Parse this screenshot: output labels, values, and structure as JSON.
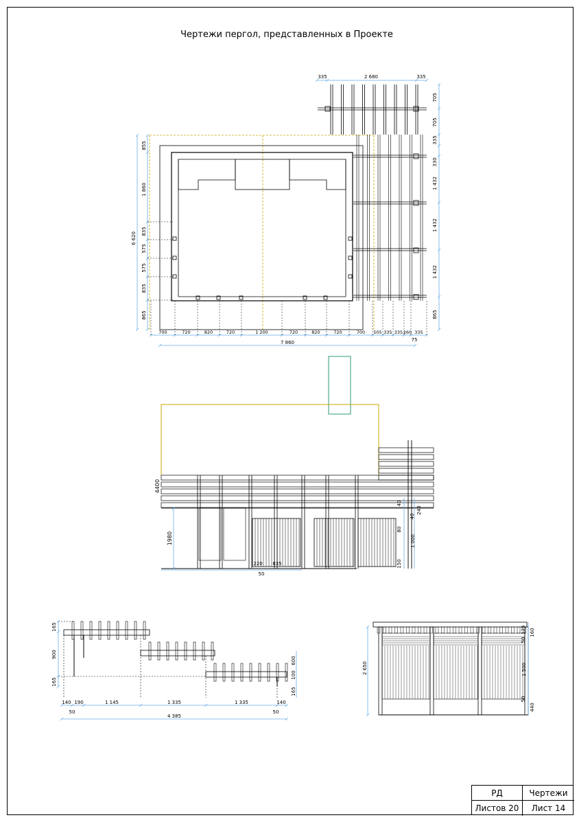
{
  "sheet": {
    "title": "Чертежи пергол, представленных в Проекте",
    "stamp": {
      "stage": "РД",
      "type": "Чертежи",
      "sheets_total": "Листов 20",
      "sheet_no": "Лист 14"
    }
  },
  "plan_view": {
    "top_dims": [
      "335",
      "2 680",
      "335"
    ],
    "right_dims": [
      "705",
      "705",
      "335",
      "330",
      "1 432",
      "1 432",
      "1 432",
      "865"
    ],
    "left_dims": [
      "855",
      "1 860",
      "835",
      "575",
      "575",
      "835",
      "865"
    ],
    "left_total": "6 620",
    "bottom_dims": [
      "700",
      "720",
      "820",
      "720",
      "1 200",
      "720",
      "820",
      "720",
      "700",
      "505",
      "335",
      "335",
      "260",
      "335"
    ],
    "bottom_total": "7 860",
    "bottom_extra": "75"
  },
  "elevation_view": {
    "height_total": "4400",
    "height_lower": "1980",
    "dims_bottom": [
      "220",
      "835",
      "50"
    ],
    "dims_right": [
      "40",
      "40",
      "240",
      "80",
      "1 000",
      "150"
    ]
  },
  "steps_view": {
    "left_dims": [
      "165",
      "900",
      "165"
    ],
    "right_dims": [
      "600",
      "100",
      "165"
    ],
    "bottom_dims": [
      "140",
      "190",
      "1 145",
      "1 335",
      "1 335",
      "140"
    ],
    "small_dims": [
      "50",
      "50"
    ],
    "total": "4 385"
  },
  "side_view": {
    "height_total": "2 650",
    "right_dims": [
      "160",
      "125",
      "50",
      "1 500",
      "50",
      "440"
    ]
  }
}
